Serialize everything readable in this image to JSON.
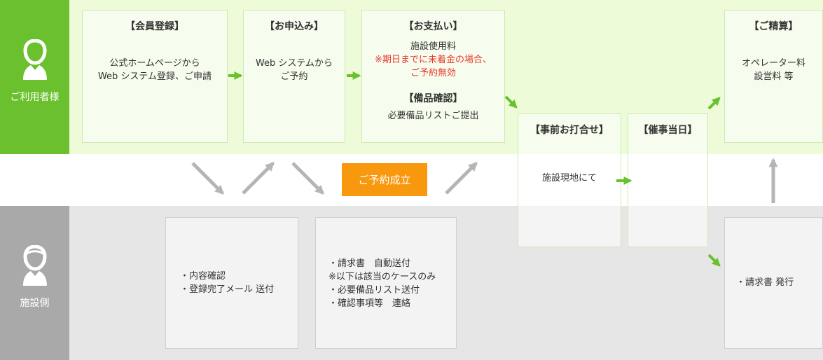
{
  "sidebar": {
    "user_label": "ご利用者様",
    "facility_label": "施設側"
  },
  "steps": {
    "member": {
      "title": "【会員登録】",
      "line1": "公式ホームページから",
      "line2": "Web システム登録、ご申請"
    },
    "apply": {
      "title": "【お申込み】",
      "line1": "Web システムから",
      "line2": "ご予約"
    },
    "payment": {
      "title": "【お支払い】",
      "line1": "施設使用料",
      "note1": "※期日までに未着金の場合、",
      "note2": "ご予約無効"
    },
    "equipment": {
      "title": "【備品確認】",
      "line1": "必要備品リストご提出"
    },
    "meeting": {
      "title": "【事前お打合せ】",
      "line1": "施設現地にて"
    },
    "event_day": {
      "title": "【催事当日】"
    },
    "settlement": {
      "title": "【ご精算】",
      "line1": "オペレーター料",
      "line2": "設営料 等"
    }
  },
  "badge": {
    "label": "ご予約成立",
    "color": "#f7980f"
  },
  "facility": {
    "box1": {
      "line1": "・内容確認",
      "line2": "・登録完了メール 送付"
    },
    "box2": {
      "line1": "・請求書　自動送付",
      "line2": "※以下は該当のケースのみ",
      "line3": "・必要備品リスト送付",
      "line4": "・確認事項等　連絡"
    },
    "box3": {
      "line1": "・請求書 発行"
    }
  },
  "colors": {
    "accent_green": "#6ac12d",
    "gray": "#a9a9a9",
    "note_red": "#e8372c"
  },
  "icons": {
    "user": "user-icon",
    "facility": "operator-icon"
  }
}
